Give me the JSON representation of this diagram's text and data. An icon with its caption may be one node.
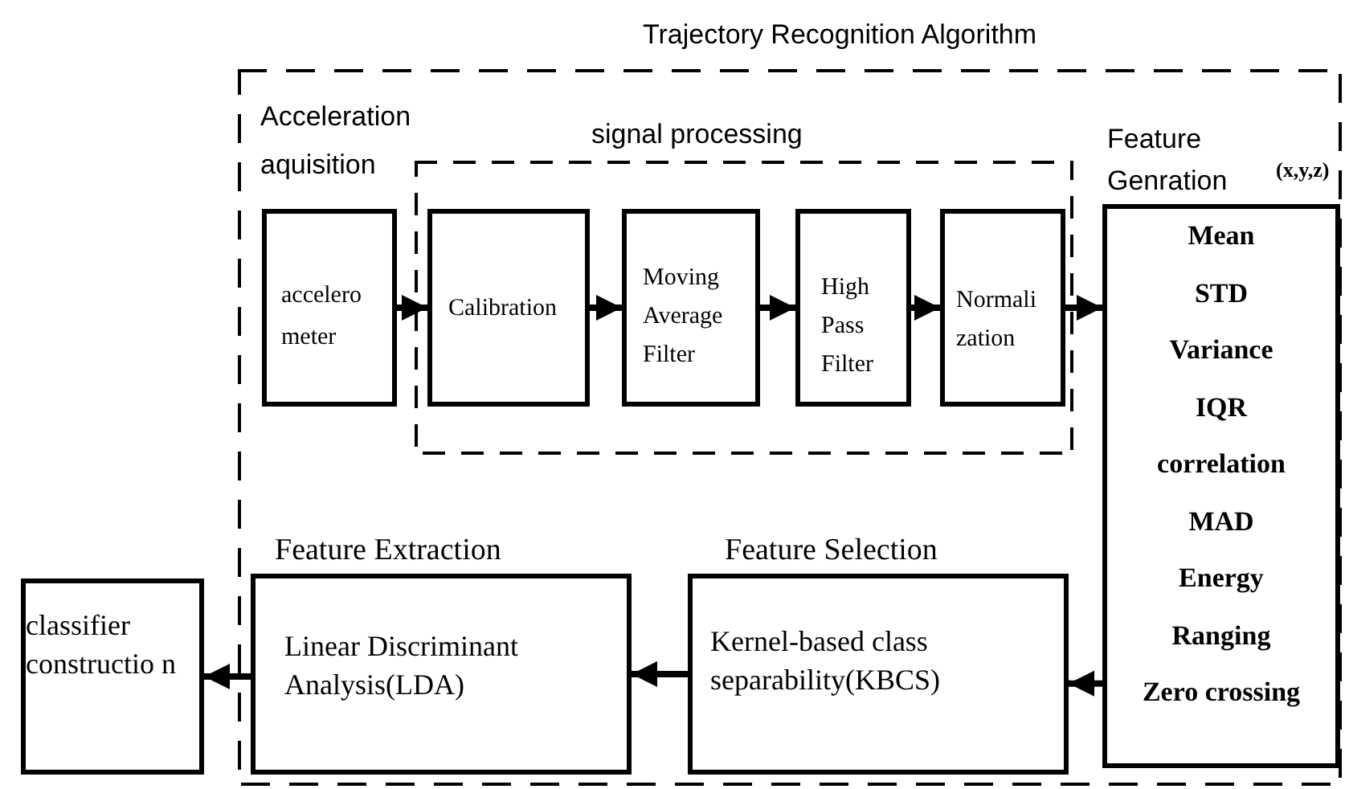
{
  "diagram": {
    "nodes": [
      {
        "text": [
          "Trajectory Recognition Algorithm"
        ]
      },
      {
        "text": [
          "signal processing"
        ],
        "in": 0
      },
      {
        "text": [
          "Acceleration aquisition",
          "accelero meter"
        ],
        "in": 0
      },
      {
        "text": [
          "Calibration"
        ],
        "in": 1
      },
      {
        "text": [
          "Moving Average Filter"
        ],
        "in": 1
      },
      {
        "text": [
          "High Pass Filter"
        ],
        "in": 1
      },
      {
        "text": [
          "Normali zation"
        ],
        "in": 1
      },
      {
        "text": [
          "Feature Genration",
          "(x,y,z)",
          "Mean",
          "STD",
          "Variance",
          "IQR",
          "correlation",
          "MAD",
          "Energy",
          "Ranging",
          "Zero crossing"
        ],
        "in": 0
      },
      {
        "text": [
          "Feature Extraction",
          "Linear Discriminant Analysis(LDA)"
        ],
        "in": 0
      },
      {
        "text": [
          "Feature Selection",
          "Kernel-based class separability(KBCS)"
        ],
        "in": 0
      },
      {
        "text": [
          "classifier constructio n"
        ]
      }
    ],
    "edges": [
      {
        "from": 2,
        "to": 3,
        "arrow": "to"
      },
      {
        "from": 3,
        "to": 4,
        "arrow": "to"
      },
      {
        "from": 4,
        "to": 5,
        "arrow": "to"
      },
      {
        "from": 5,
        "to": 6,
        "arrow": "to"
      },
      {
        "from": 6,
        "to": 7,
        "arrow": "to"
      },
      {
        "from": 7,
        "to": 9,
        "arrow": "to"
      },
      {
        "from": 9,
        "to": 8,
        "arrow": "to"
      },
      {
        "from": 8,
        "to": 10,
        "arrow": "to"
      }
    ]
  }
}
